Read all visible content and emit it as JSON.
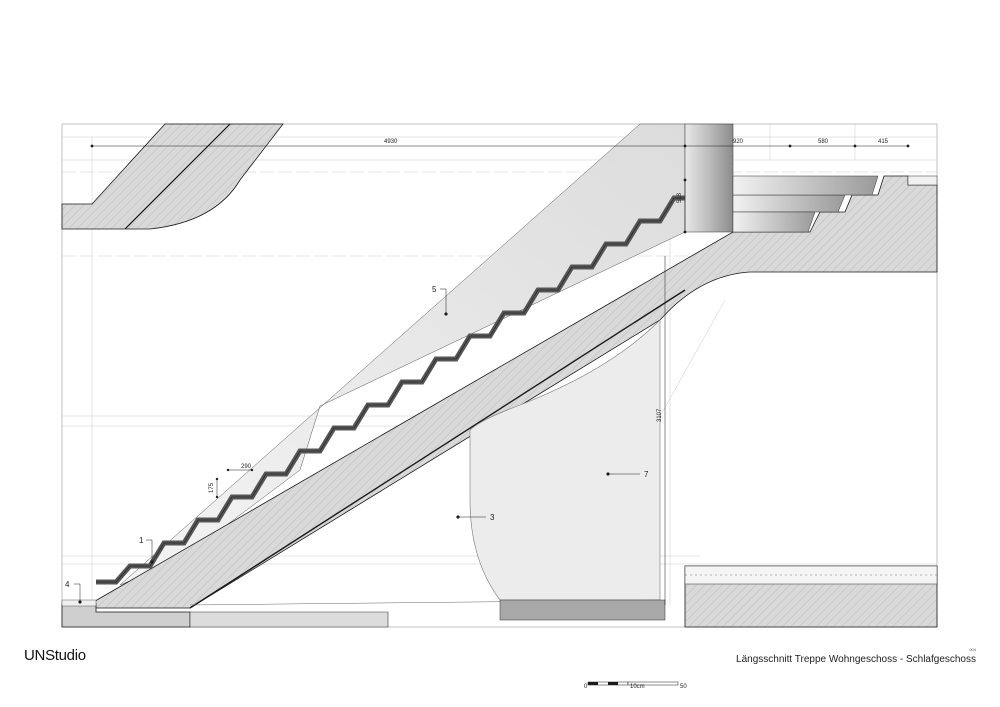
{
  "brand": {
    "logo": "UNStudio"
  },
  "title_block": {
    "title": "Längsschnitt Treppe Wohngeschoss - Schlafgeschoss",
    "sheet_no": "004"
  },
  "dimensions": {
    "top_span": "4930",
    "top_right_a": "920",
    "top_right_b": "580",
    "top_right_c": "415",
    "vertical_upper": "518",
    "vertical_total": "3107",
    "tread": "290",
    "riser": "175"
  },
  "callouts": {
    "c1": "1",
    "c3": "3",
    "c4": "4",
    "c5": "5",
    "c7": "7"
  },
  "scale_bar": {
    "start": "0",
    "mid": "10cm",
    "end": "50"
  },
  "colors": {
    "line": "#1a1a1a",
    "fill_light": "#e6e6e6",
    "fill_mid": "#bdbdbd",
    "fill_dark": "#8a8a8a",
    "paper": "#ffffff"
  }
}
